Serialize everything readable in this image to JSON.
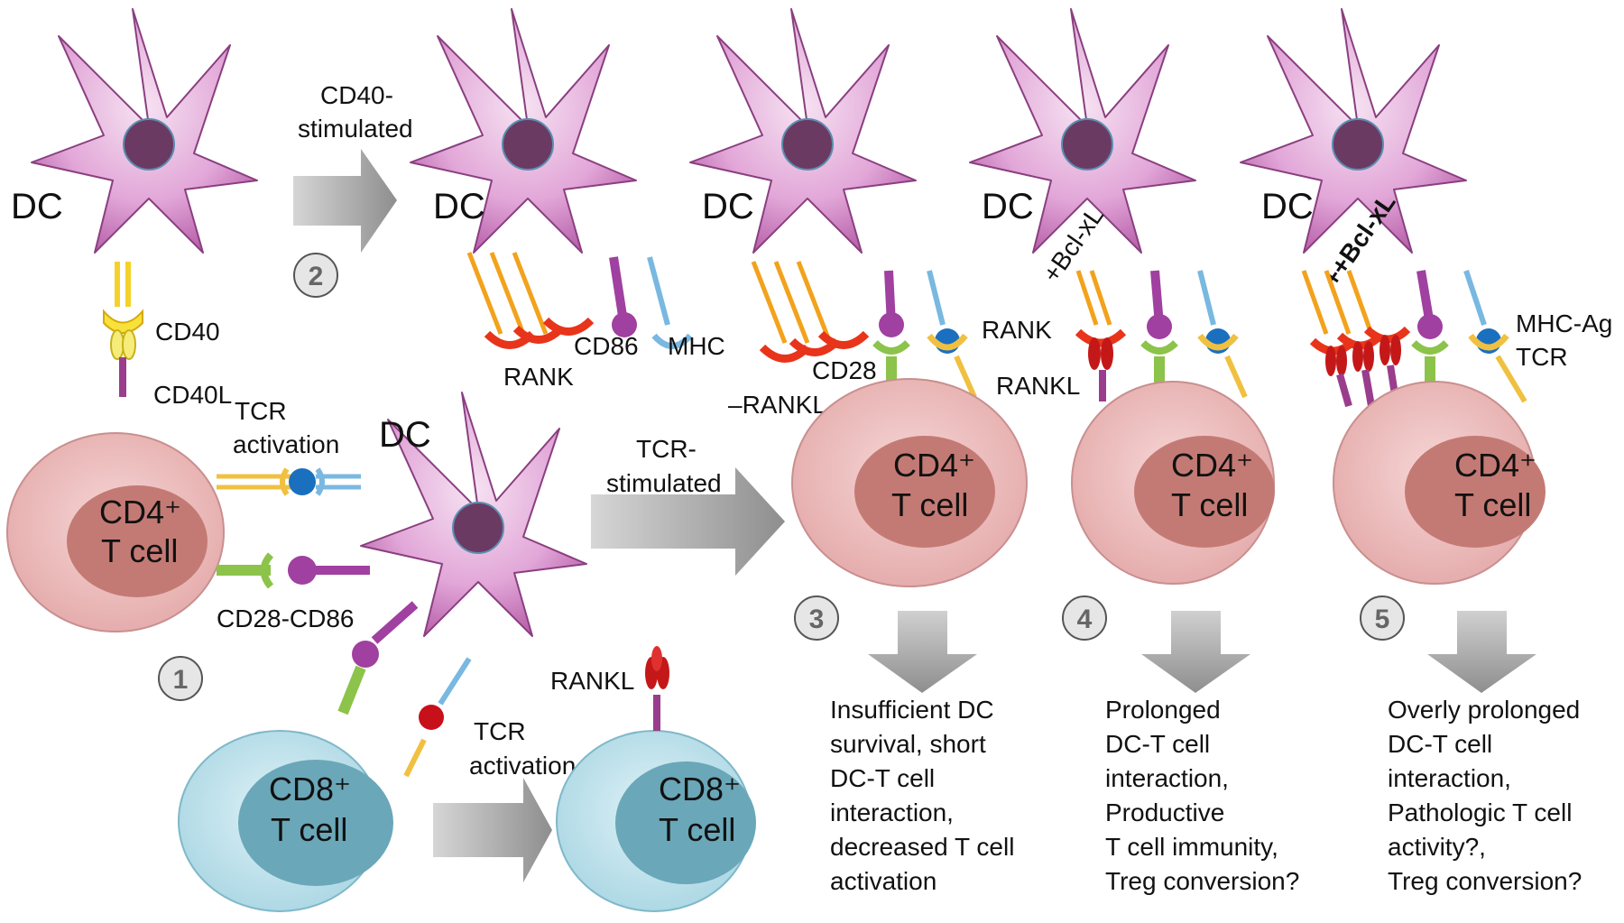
{
  "labels": {
    "dc": "DC",
    "cd40": "CD40",
    "cd40l": "CD40L",
    "tcr_activation_1": "TCR",
    "tcr_activation_2": "activation",
    "cd28_cd86": "CD28-CD86",
    "tcr_act_cd8_1": "TCR",
    "tcr_act_cd8_2": "activation",
    "cd40_stim_1": "CD40-",
    "cd40_stim_2": "stimulated",
    "tcr_stim_1": "TCR-",
    "tcr_stim_2": "stimulated",
    "rank": "RANK",
    "cd86": "CD86",
    "mhc": "MHC",
    "cd28": "CD28",
    "minus_rankl": "–RANKL",
    "rankl": "RANKL",
    "plus_bclxl": "+Bcl-xL",
    "plusplus_bclxl": "++Bcl-xL",
    "mhc_ag": "MHC-Ag",
    "tcr": "TCR",
    "cd4_line1": "CD4⁺",
    "cd8_line1": "CD8⁺",
    "t_cell": "T cell"
  },
  "steps": [
    "1",
    "2",
    "3",
    "4",
    "5"
  ],
  "outcomes": {
    "o3": [
      "Insufficient DC",
      "survival, short",
      "DC-T cell",
      "interaction,",
      "decreased T cell",
      "activation"
    ],
    "o4": [
      "Prolonged",
      "DC-T cell",
      "interaction,",
      "Productive",
      "T cell immunity,",
      "Treg conversion?"
    ],
    "o5": [
      "Overly prolonged",
      "DC-T cell",
      "interaction,",
      "Pathologic T cell",
      "activity?,",
      "Treg conversion?"
    ]
  },
  "colors": {
    "dc_fill": "#d48fc6",
    "dc_nucleus": "#6b3a63",
    "cd4_outer": "#ecbcbc",
    "cd4_inner": "#c87f79",
    "cd8_outer": "#bfe3ec",
    "cd8_inner": "#6aa7b8",
    "arrow": "#a8a8a8",
    "rank": "#e8341a",
    "rankl": "#c41818"
  }
}
